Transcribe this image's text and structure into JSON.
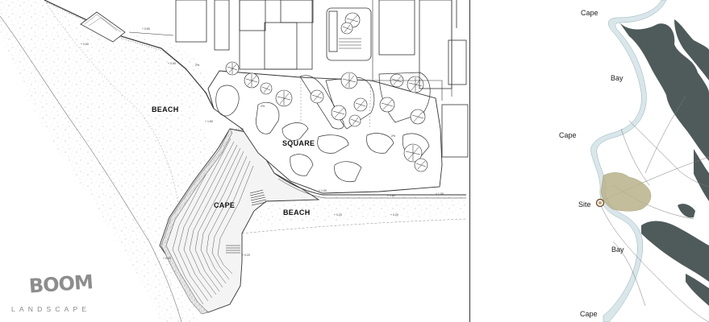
{
  "plan": {
    "labels": {
      "beach_north": "BEACH",
      "square": "SQUARE",
      "cape": "CAPE",
      "beach_south": "BEACH"
    },
    "level_marks": [
      "+ 0.50",
      "+ 1.50",
      "+ 1.30",
      "+ 1.00",
      "+ 0.20",
      "+ 0.00",
      "+ 1.80",
      "2%"
    ]
  },
  "logo": {
    "title": "BOOM",
    "subtitle": "LANDSCAPE",
    "color": "#8d8d8d"
  },
  "location_map": {
    "labels": {
      "cape_top": "Cape",
      "bay_upper": "Bay",
      "cape_middle": "Cape",
      "site": "Site",
      "bay_lower": "Bay",
      "cape_bottom": "Cape"
    },
    "colors": {
      "water": "#d9e6ea",
      "vegetation": "#4f5b5b",
      "site_area": "#b8b28a"
    }
  }
}
